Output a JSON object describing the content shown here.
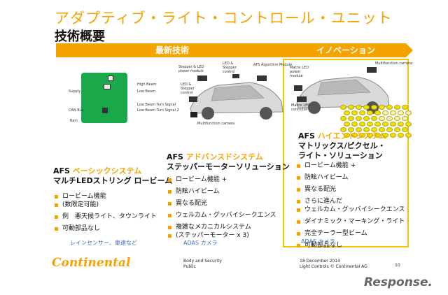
{
  "slide": {
    "title": "アダプティブ・ライト・コントロール・ユニット",
    "subtitle": "技術概要"
  },
  "headers": {
    "latest": "最新技術",
    "innovation": "イノベーション"
  },
  "pcb_labels": {
    "left": [
      "Supply",
      "CAN Bus",
      "Rain"
    ],
    "right": [
      "High Beam",
      "Low Beam",
      "Low Beam Turn Signal",
      "Low Beam Turn Signal 2"
    ]
  },
  "car_middle_labels": [
    "Stepper & LED power module",
    "LED & Stepper control",
    "AFS Algorithm Module",
    "LED & Stepper control",
    "Multifunction camera"
  ],
  "car_right_labels": [
    "Matrix LED power module",
    "Matrix LED controller",
    "Multifunction camera"
  ],
  "basic": {
    "afs": "AFS",
    "name": "ベーシックシステム",
    "line2": "マルチLEDストリング ロービーム",
    "items": [
      "ロービーム機能",
      "(数限定可能)",
      "例　悪天候ライト、タウンライト",
      "可動部品なし"
    ],
    "note": "レインセンサー、車速など"
  },
  "advanced": {
    "afs": "AFS",
    "name": "アドバンスドシステム",
    "line2": "ステッパーモーターソリューション",
    "items": [
      "ロービーム機能 +",
      "防眩ハイビーム",
      "異なる配光",
      "ウェルカム・グッバイシークエンス",
      "複雑なメカニカルシステム",
      "(ステッパーモーター x 3)"
    ],
    "note": "ADAS カメラ"
  },
  "highend": {
    "afs": "AFS",
    "name": "ハイエンドシステム",
    "line2": "マトリックス/ピクセル・",
    "line3": "ライト・ソリューション",
    "items": [
      "ロービーム機能 +",
      "防眩ハイビーム",
      "異なる配光",
      "さらに進んだ",
      "ウェルカム・グッバイシークエンス",
      "ダイナミック・マーキング・ライト",
      "完全テーラー型ビーム",
      "可動部品なし"
    ],
    "note": "ADAS カメラ"
  },
  "footer": {
    "logo": "Continental",
    "division": "Body and Security",
    "classification": "Public",
    "date": "18 December 2014",
    "copyright": "Light Controls  © Continental AG",
    "page": "10",
    "watermark": "Response."
  },
  "colors": {
    "accent": "#f5a300",
    "matrix_yellow": "#f2e000",
    "note_blue": "#3a6fc0"
  }
}
